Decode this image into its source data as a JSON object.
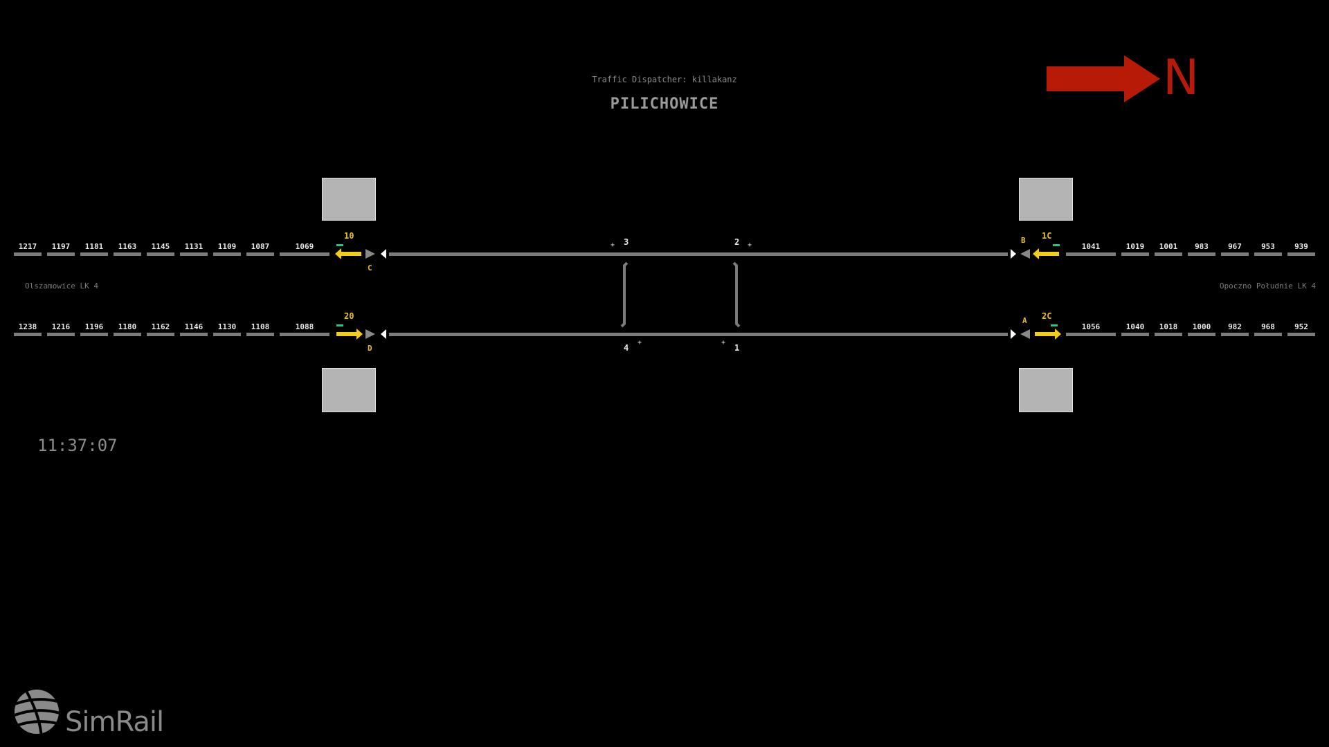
{
  "header": {
    "dispatcher": "Traffic Dispatcher: killakanz",
    "station": "PILICHOWICE"
  },
  "compass": {
    "label": "N",
    "color": "#b81a08"
  },
  "clock": "11:37:07",
  "directions": {
    "left": "Olszamowice LK 4",
    "right": "Opoczno Południe LK 4"
  },
  "track_upper": {
    "left_segments": [
      "1217",
      "1197",
      "1181",
      "1163",
      "1145",
      "1131",
      "1109",
      "1087",
      "1069"
    ],
    "right_segments": [
      "1041",
      "1019",
      "1001",
      "983",
      "967",
      "953",
      "939"
    ]
  },
  "track_lower": {
    "left_segments": [
      "1238",
      "1216",
      "1196",
      "1180",
      "1162",
      "1146",
      "1130",
      "1108",
      "1088"
    ],
    "right_segments": [
      "1056",
      "1040",
      "1018",
      "1000",
      "982",
      "968",
      "952"
    ]
  },
  "signals": {
    "s10": "10",
    "s20": "20",
    "s1c": "1C",
    "s2c": "2C",
    "c": "C",
    "d": "D",
    "b": "B",
    "a": "A"
  },
  "points": {
    "p1": "1",
    "p2": "2",
    "p3": "3",
    "p4": "4"
  },
  "logo": {
    "text": "SimRail"
  },
  "colors": {
    "background": "#000000",
    "track": "#7c7c7c",
    "signal_yellow": "#f2cd1a",
    "signal_green": "#1fc98a",
    "box_fill": "#b4b4b4"
  }
}
